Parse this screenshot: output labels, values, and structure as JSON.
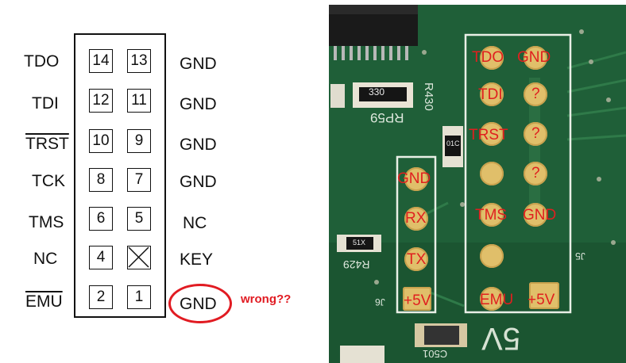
{
  "diagram": {
    "pins": {
      "p14": "14",
      "p13": "13",
      "p12": "12",
      "p11": "11",
      "p10": "10",
      "p9": "9",
      "p8": "8",
      "p7": "7",
      "p6": "6",
      "p5": "5",
      "p4": "4",
      "p2": "2",
      "p1": "1"
    },
    "left_labels": {
      "tdo": "TDO",
      "tdi": "TDI",
      "trst": "TRST",
      "tck": "TCK",
      "tms": "TMS",
      "nc": "NC",
      "emu": "EMU"
    },
    "right_labels": {
      "gnd13": "GND",
      "gnd11": "GND",
      "gnd9": "GND",
      "gnd7": "GND",
      "nc5": "NC",
      "key": "KEY",
      "gnd1": "GND"
    },
    "annotation": "wrong??"
  },
  "photo": {
    "j5_labels": {
      "tdo": "TDO",
      "gnd_top": "GND",
      "tdi": "TDI",
      "q1": "?",
      "trst": "TRST",
      "q2": "?",
      "q3": "?",
      "tms": "TMS",
      "gnd_mid": "GND",
      "emu": "EMU",
      "plus5v": "+5V"
    },
    "j6_labels": {
      "gnd": "GND",
      "rx": "RX",
      "tx": "TX",
      "plus5v": "+5V"
    },
    "silkscreen": {
      "r430": "R430",
      "rp59": "RP59",
      "rp59_value": "330",
      "r429": "R429",
      "r429_value": "51X",
      "cap": "01C",
      "j5": "J5",
      "j6": "J6",
      "c501": "C501",
      "fivev": "5V"
    }
  },
  "colors": {
    "annotation_red": "#e11b22",
    "pcb_green": "#1f5f38",
    "pad_gold": "#e0bf6a",
    "label_red": "#e01f1f"
  }
}
